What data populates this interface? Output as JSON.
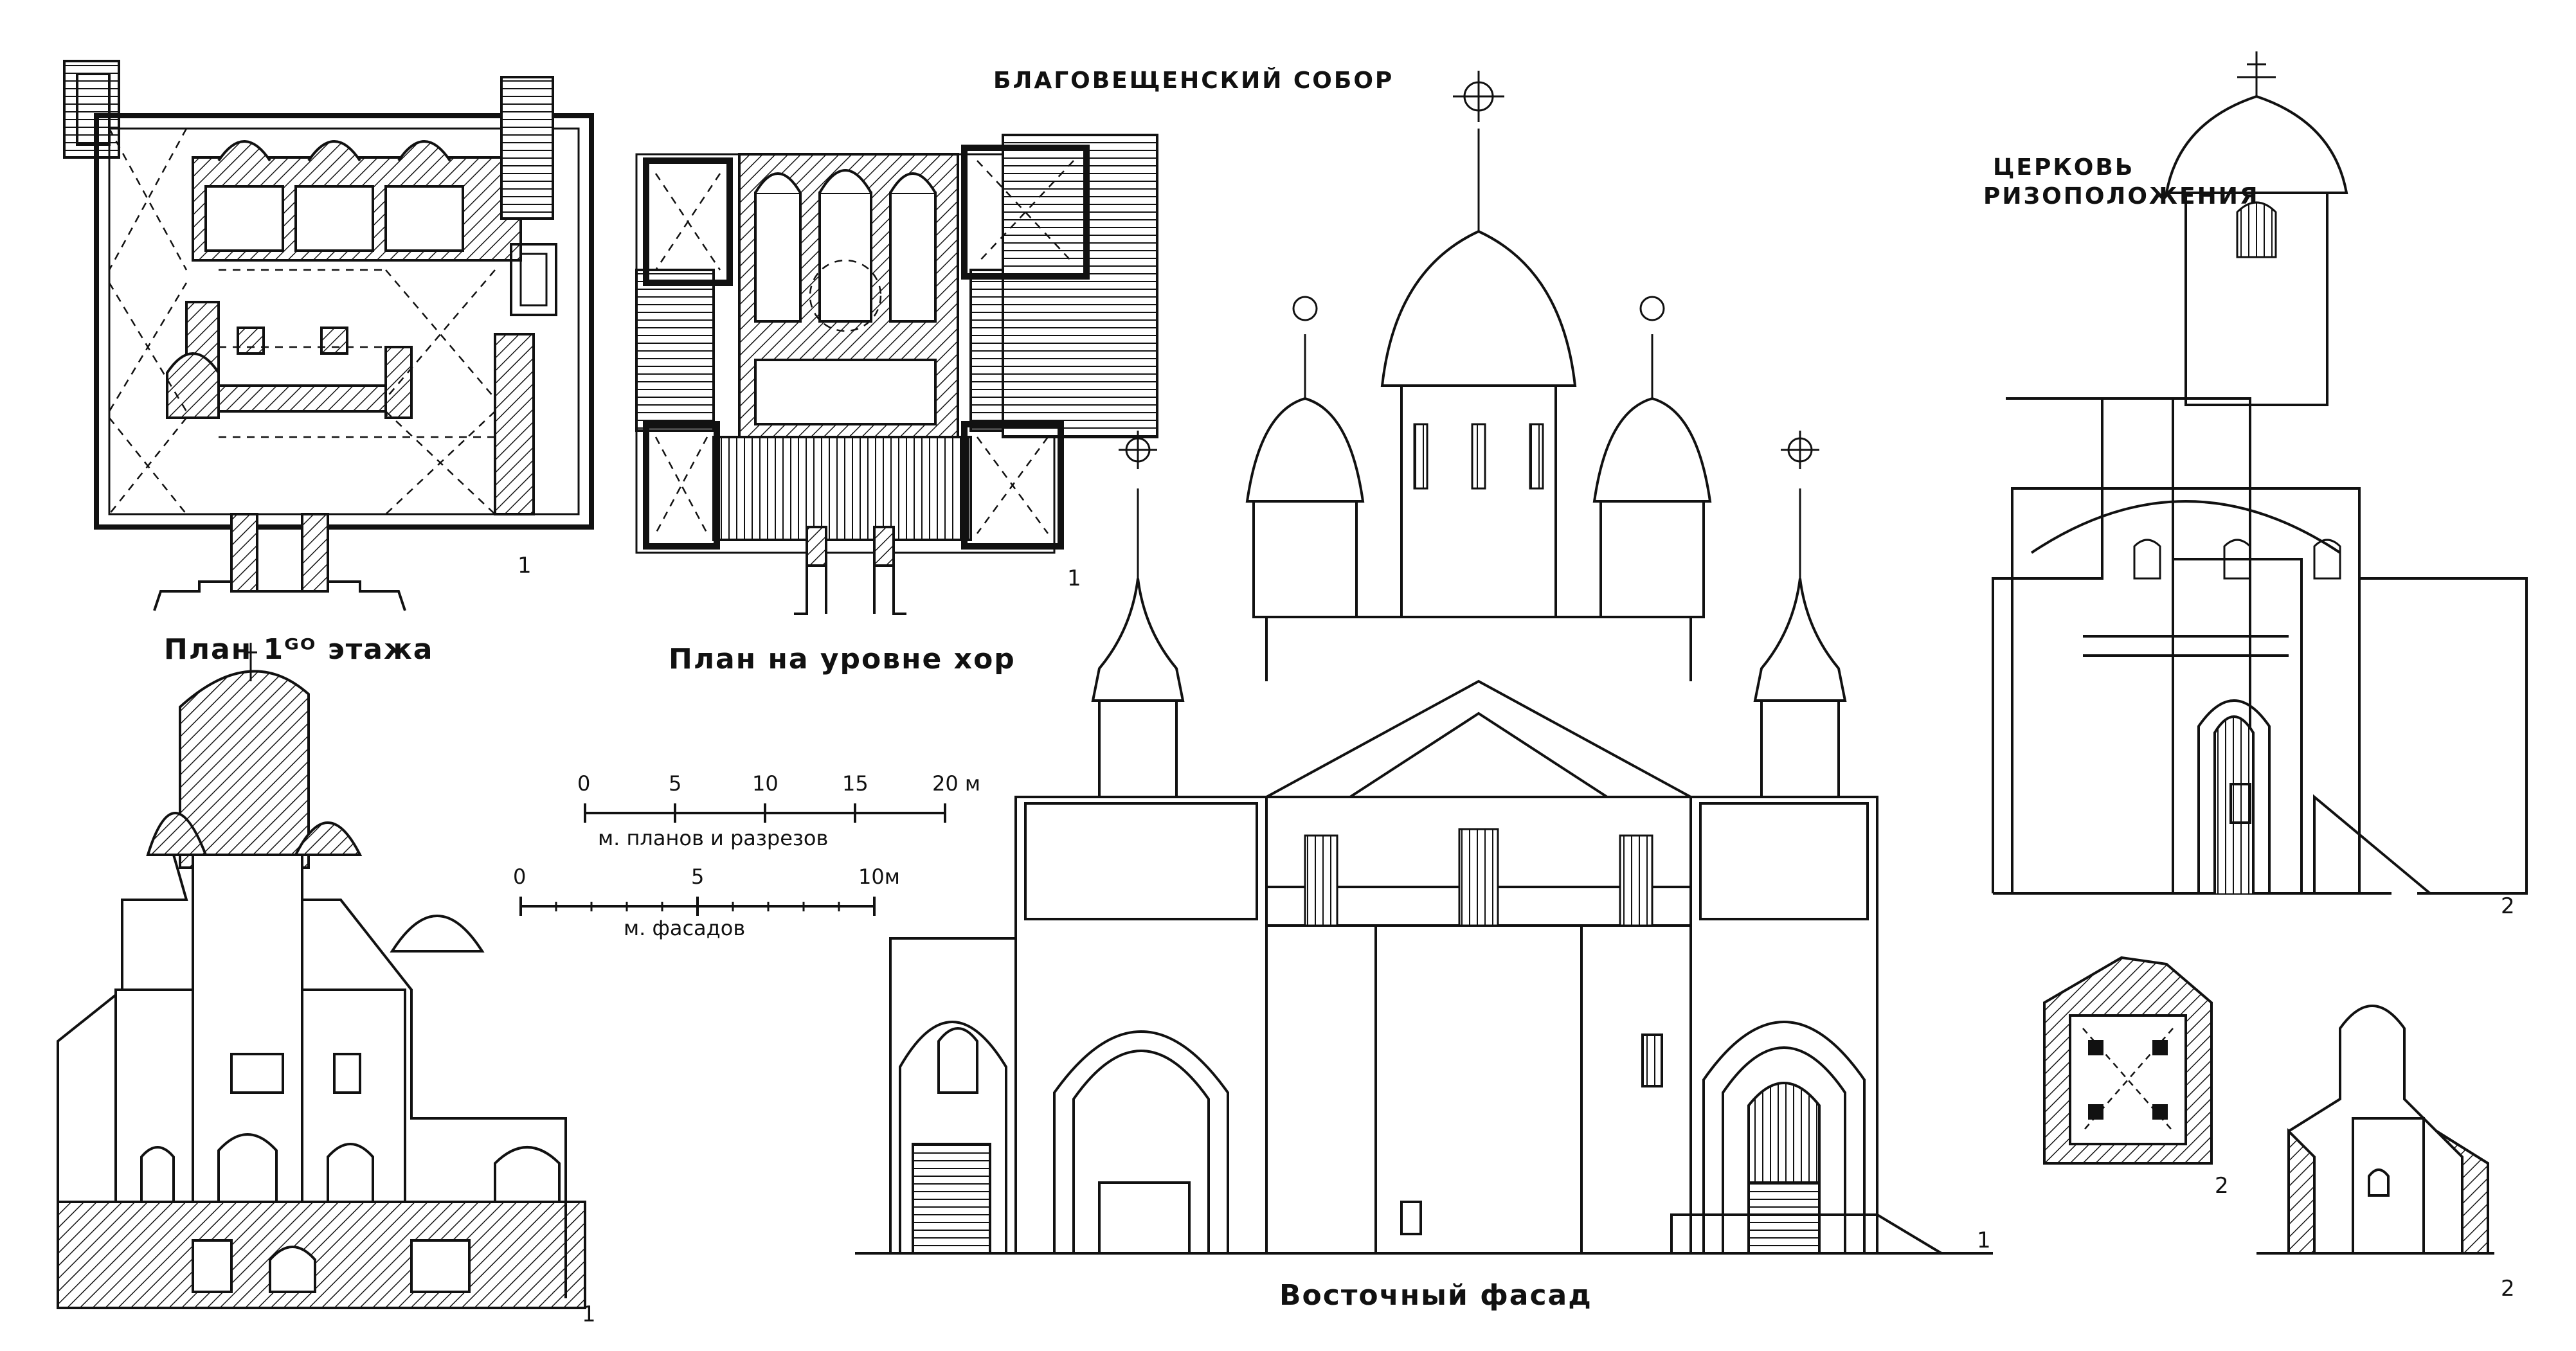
{
  "title": "БЛАГОВЕЩЕНСКИЙ СОБОР",
  "church_title_line1": "ЦЕРКОВЬ",
  "church_title_line2": "РИЗОПОЛОЖЕНИЯ",
  "plans": {
    "first_floor_label": "План 1ᴳᴼ этажа",
    "choir_level_label": "План на уровне хор"
  },
  "facade_label": "Восточный фасад",
  "scale_plans": {
    "ticks": [
      "0",
      "5",
      "10",
      "15",
      "20 м"
    ],
    "caption": "м. планов и разрезов"
  },
  "scale_facades": {
    "ticks": [
      "0",
      "5",
      "10м"
    ],
    "caption": "м. фасадов"
  },
  "markers": {
    "plan1": "1",
    "plan2": "1",
    "section1": "1",
    "facade1": "1",
    "church_facade": "2",
    "church_plan": "2",
    "church_section": "2"
  },
  "colors": {
    "ink": "#111111",
    "paper": "#ffffff"
  }
}
